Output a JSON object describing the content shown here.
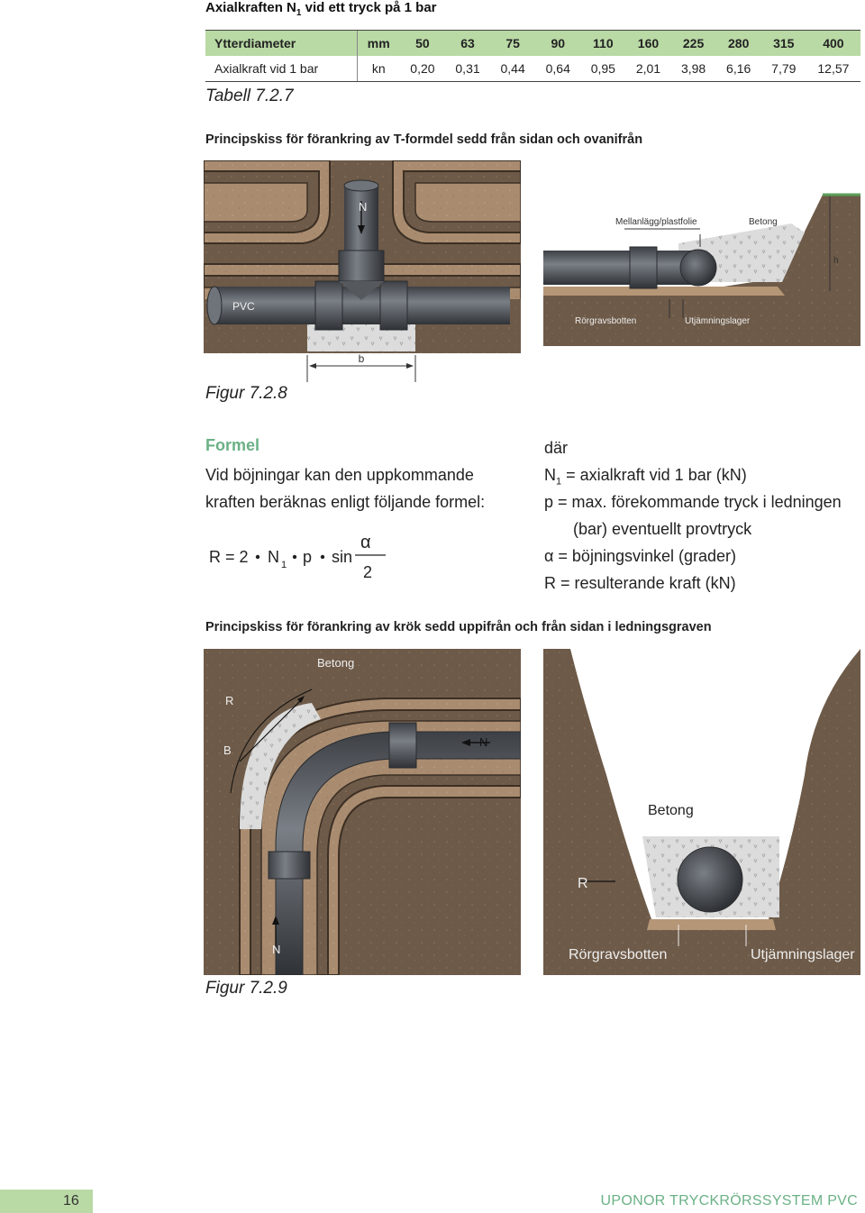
{
  "header": {
    "title_pre": "Axialkraften N",
    "title_sub": "1",
    "title_post": " vid ett tryck på 1 bar"
  },
  "table": {
    "head_label": "Ytterdiameter",
    "head_unit": "mm",
    "diameters": [
      "50",
      "63",
      "75",
      "90",
      "110",
      "160",
      "225",
      "280",
      "315",
      "400"
    ],
    "row_label": "Axialkraft vid 1 bar",
    "row_unit": "kn",
    "values": [
      "0,20",
      "0,31",
      "0,44",
      "0,64",
      "0,95",
      "2,01",
      "3,98",
      "6,16",
      "7,79",
      "12,57"
    ]
  },
  "tabell_caption": "Tabell 7.2.7",
  "fig1": {
    "title": "Principskiss för förankring av T-formdel sedd från sidan och ovanifrån",
    "label_N": "N",
    "label_pvc": "PVC",
    "label_b": "b",
    "label_mellanlagg": "Mellanlägg/plastfolie",
    "label_betong": "Betong",
    "label_h": "h",
    "label_rorgrav": "Rörgravsbotten",
    "label_utjamning": "Utjämningslager",
    "caption": "Figur 7.2.8"
  },
  "formel": {
    "heading": "Formel",
    "line1": "Vid böjningar kan den uppkommande",
    "line2": "kraften beräknas enligt följande formel:",
    "eq_R": "R = 2",
    "eq_N": "N",
    "eq_sub": "1",
    "eq_p": "p",
    "eq_sin": "sin",
    "eq_alpha": "α",
    "eq_2": "2"
  },
  "definitions": {
    "dar": "där",
    "n1_pre": "N",
    "n1_sub": "1",
    "n1_text": " = axialkraft vid 1 bar (kN)",
    "p_line1": "p = max. förekommande tryck i ledningen",
    "p_line2": "(bar) eventuellt provtryck",
    "alpha_sym": "α",
    "alpha_text": " = böjningsvinkel (grader)",
    "r_text": "R = resulterande kraft (kN)"
  },
  "fig2": {
    "title": "Principskiss för förankring av krök sedd uppifrån och från sidan i ledningsgraven",
    "label_betong_top": "Betong",
    "label_R": "R",
    "label_B": "B",
    "label_N_right": "N",
    "label_N_bottom": "N",
    "label_betong_side": "Betong",
    "label_R_side": "R",
    "label_rorgrav": "Rörgravsbotten",
    "label_utjamning": "Utjämningslager",
    "caption": "Figur 7.2.9"
  },
  "footer": {
    "page": "16",
    "brand": "UPONOR TRYCKRÖRSSYSTEM PVC"
  },
  "colors": {
    "accent_green": "#6bb186",
    "table_green": "#b9d9a5",
    "soil_dark": "#5b4a3b",
    "soil_light": "#a88b6e",
    "concrete": "#d9d9d9",
    "pipe": "#555a60"
  }
}
